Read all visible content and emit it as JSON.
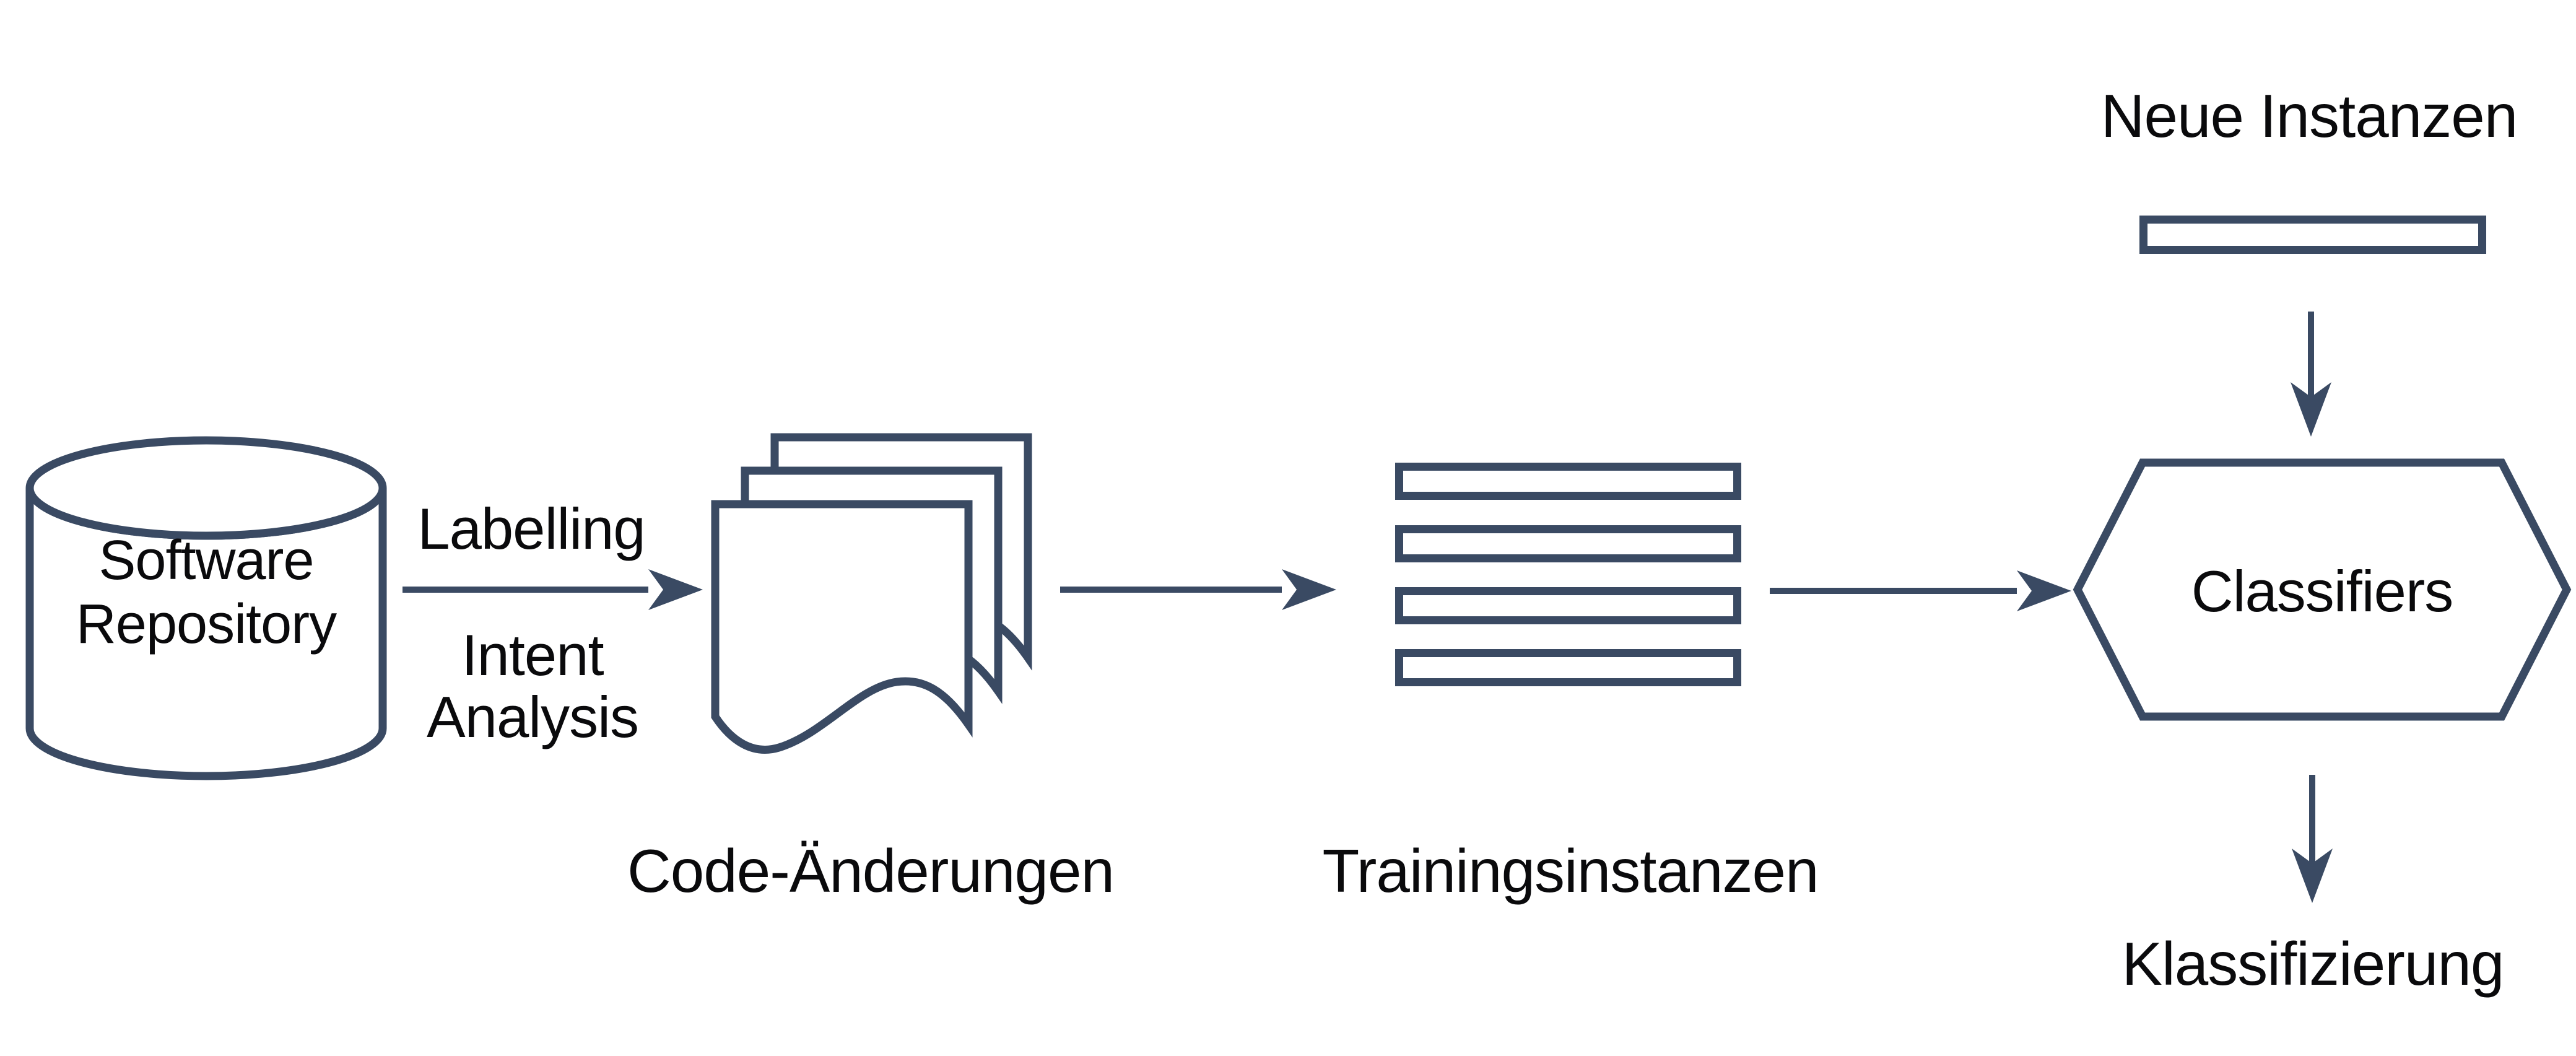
{
  "colors": {
    "shape_stroke": "#3a4a63",
    "label_text": "#0a0a0c",
    "background": "#ffffff"
  },
  "diagram": {
    "repository": {
      "shape": "database-cylinder",
      "label_line1": "Software",
      "label_line2": "Repository"
    },
    "labelling_process": {
      "top_label": "Labelling",
      "bottom_label_line1": "Intent",
      "bottom_label_line2": "Analysis"
    },
    "code_changes": {
      "shape": "stacked-documents",
      "label": "Code-Änderungen"
    },
    "training_instances": {
      "shape": "stacked-bars",
      "bar_count": "4",
      "label": "Trainingsinstanzen"
    },
    "classifiers": {
      "shape": "hexagon",
      "label": "Classifiers"
    },
    "new_instances": {
      "shape": "bar",
      "label": "Neue Instanzen"
    },
    "classification": {
      "label": "Klassifizierung"
    }
  }
}
